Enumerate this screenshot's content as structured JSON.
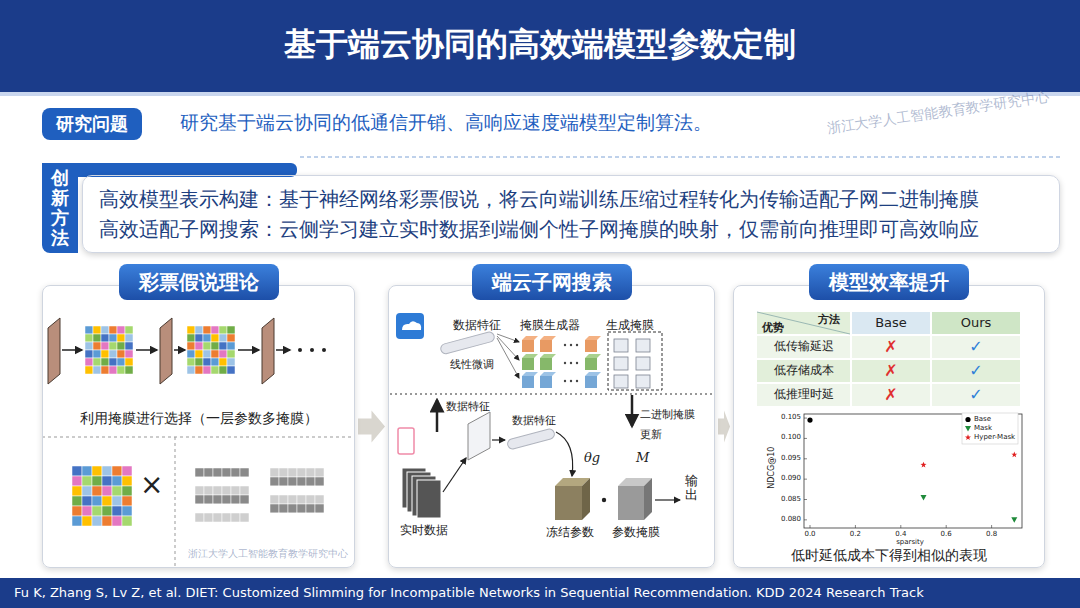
{
  "diagram": {
    "title": "基于端云协同的高效端模型参数定制",
    "caption": "Fu K, Zhang S, Lv Z, et al. DIET: Customized Slimming for Incompatible Networks in Sequential Recommendation. KDD 2024 Research Track",
    "nodes": [
      {
        "text": [
          "研究问题"
        ]
      },
      {
        "text": [
          "创新方法"
        ]
      },
      {
        "text": [
          "高效模型表示构建：基于神经网络彩票假说，将云向端训练压缩过程转化为传输适配子网二进制掩膜",
          "高效适配子网搜索：云侧学习建立实时数据到端侧个性子网掩膜的映射，仅需前向推理即可高效响应"
        ]
      },
      {
        "text": [
          "彩票假说理论"
        ]
      },
      {
        "text": [
          "端云子网搜索"
        ]
      },
      {
        "text": [
          "模型效率提升"
        ]
      }
    ],
    "edges": [
      {
        "from": 3,
        "to": 4,
        "arrow": "to"
      },
      {
        "from": 4,
        "to": 5,
        "arrow": "to"
      }
    ],
    "labels": [
      "研究基于端云协同的低通信开销、高响应速度端模型定制算法。",
      "利用掩膜进行选择（一层参数多掩膜）",
      "×",
      "数据特征",
      "掩膜生成器",
      "生成掩膜",
      "线性微调",
      "数据特征",
      "二进制掩膜",
      "更新",
      "数据特征",
      "θg",
      "M",
      "实时数据",
      "冻结参数",
      "参数掩膜",
      "输出",
      "方法",
      "优势",
      "Base",
      "Ours",
      "低传输延迟",
      "低存储成本",
      "低推理时延",
      "✗",
      "✗",
      "✗",
      "✓",
      "✓",
      "✓",
      "0.105",
      "0.100",
      "0.095",
      "0.090",
      "0.085",
      "0.080",
      "0.0",
      "0.2",
      "0.4",
      "0.6",
      "0.8",
      "NDCG@10",
      "sparsity",
      "低时延低成本下得到相似的表现",
      "浙江大学人工智能教育教学研究中心",
      "浙江大学人工智能教育教学研究中心"
    ],
    "legend": [
      {
        "text": "Base"
      },
      {
        "text": "Mask"
      },
      {
        "text": "Hyper-Mask"
      }
    ]
  }
}
